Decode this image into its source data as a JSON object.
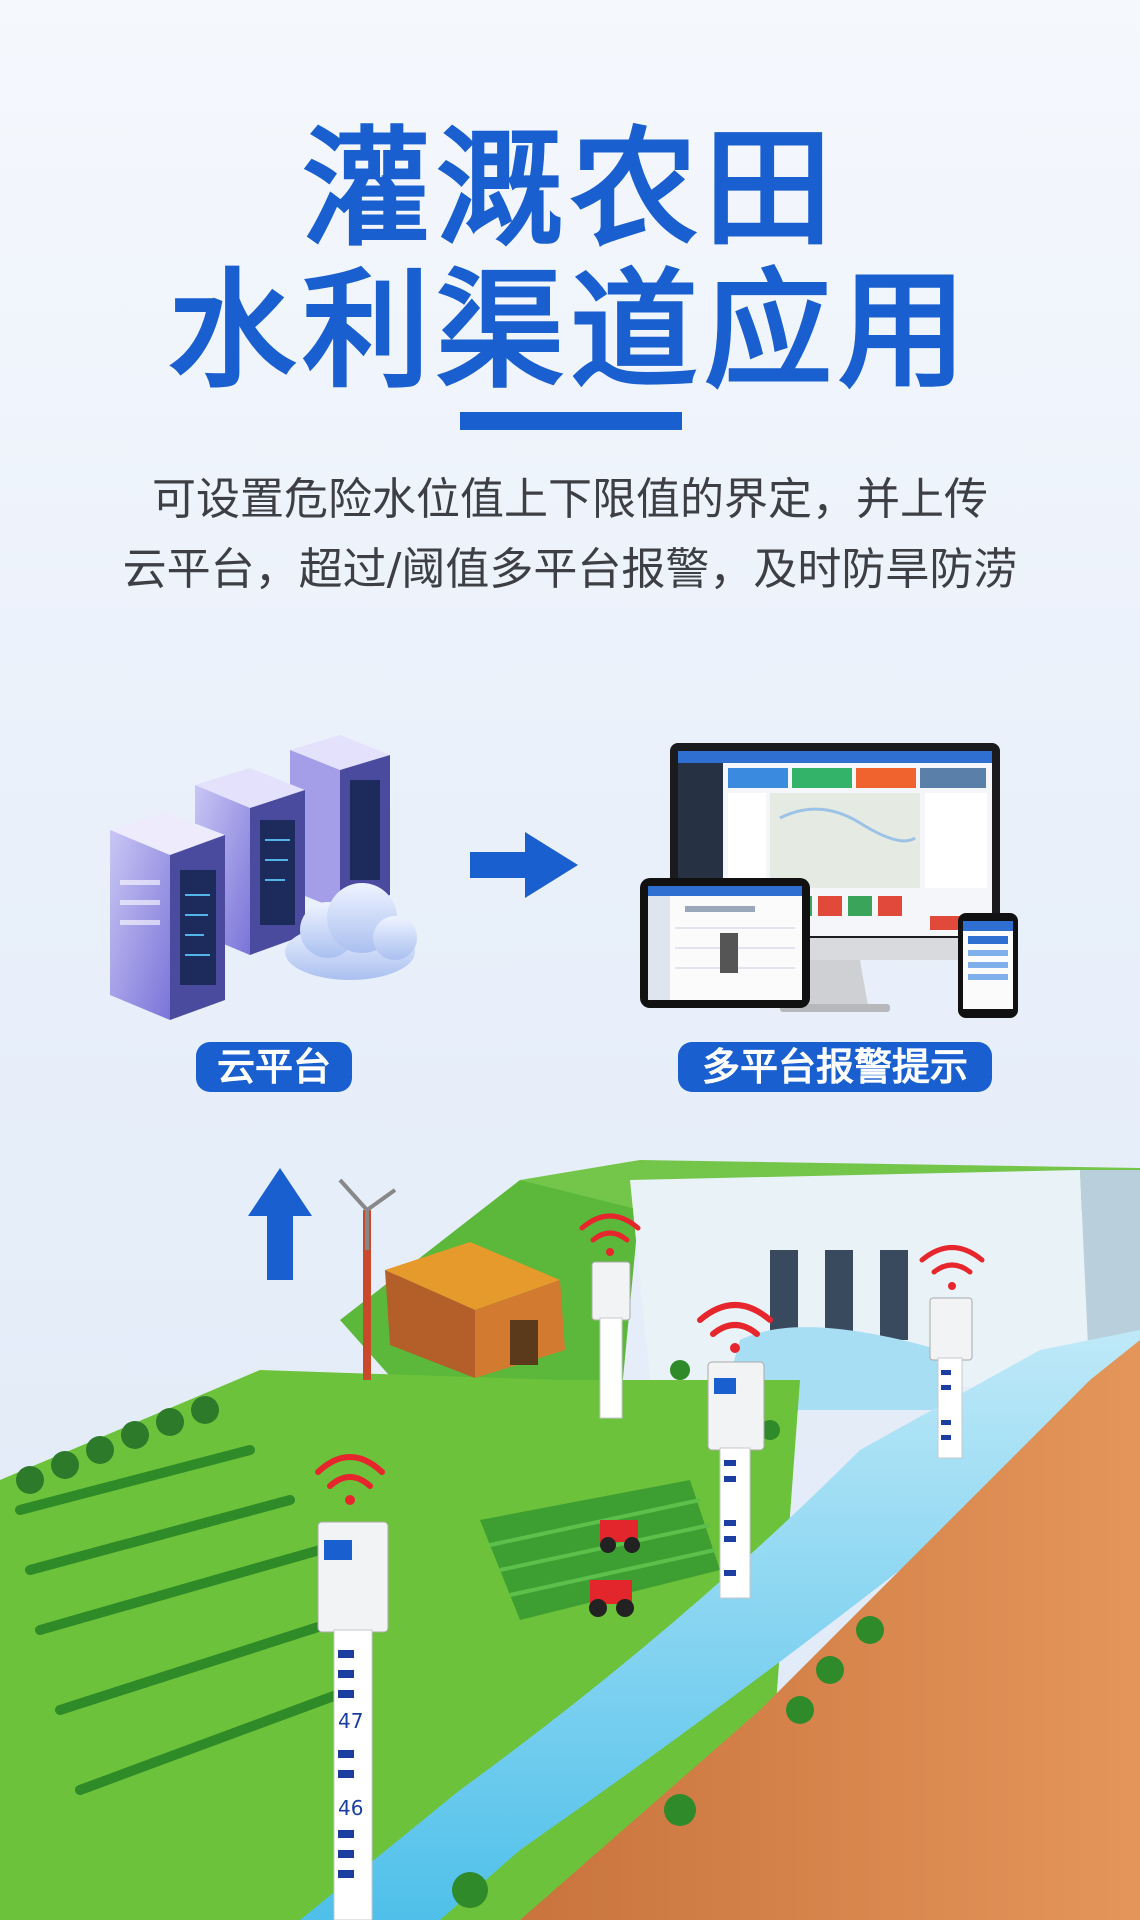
{
  "header": {
    "title_line1": "灌溉农田",
    "title_line2": "水利渠道应用"
  },
  "description": {
    "line1": "可设置危险水位值上下限值的界定，并上传",
    "line2": "云平台，超过/阈值多平台报警，及时防旱防涝"
  },
  "labels": {
    "cloud_platform": "云平台",
    "multi_platform_alarm": "多平台报警提示"
  },
  "gauge_numbers": {
    "upper": "47",
    "lower": "46"
  },
  "colors": {
    "brand_blue": "#1a5fcf",
    "signal_red": "#e6262c",
    "grass_green": "#6cc23a",
    "water_blue": "#7fd3f2"
  }
}
